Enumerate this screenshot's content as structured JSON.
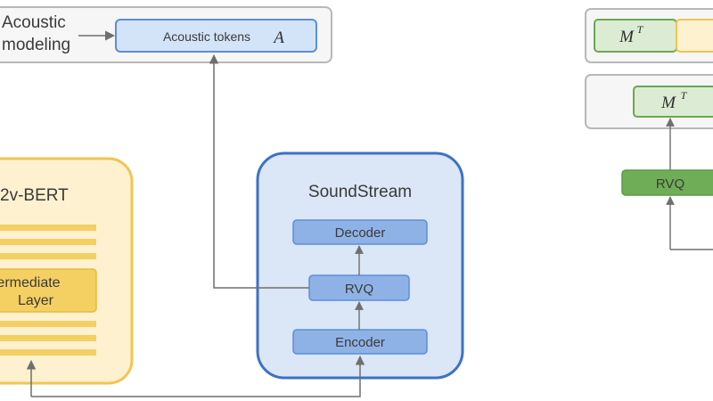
{
  "acoustic": {
    "stage_label_line1": "Acoustic",
    "stage_label_line2": "modeling",
    "tokens_label": "Acoustic tokens",
    "tokens_symbol": "A"
  },
  "w2v": {
    "title": "2v-BERT",
    "layer_line1": "ermediate",
    "layer_line2": "Layer"
  },
  "soundstream": {
    "title": "SoundStream",
    "decoder": "Decoder",
    "rvq": "RVQ",
    "encoder": "Encoder"
  },
  "right_panel": {
    "top_token": "M",
    "top_token_sup": "T",
    "mid_token": "M",
    "mid_token_sup": "T",
    "rvq": "RVQ"
  },
  "colors": {
    "panel_border": "#b8b8b8",
    "panel_fill": "#f6f6f6",
    "blue_box_fill": "#d3e3f8",
    "blue_box_border": "#5b8fd6",
    "soundstream_fill": "#dbe6f6",
    "soundstream_border": "#3c72c6",
    "blue_block": "#8fb2e6",
    "yellow_fill": "#fdf1cf",
    "yellow_border": "#f1c552",
    "yellow_bar": "#f4cf62",
    "green_fill": "#dcebd3",
    "green_border": "#6aa84f",
    "green_block": "#6fae56",
    "arrow": "#7a7a7a"
  }
}
